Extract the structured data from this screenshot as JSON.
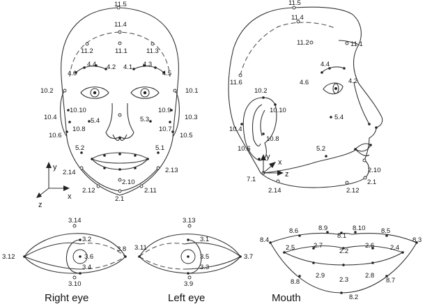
{
  "front_face": {
    "labels": {
      "p11_5": "11.5",
      "p11_4": "11.4",
      "p11_2": "11.2",
      "p11_1": "11.1",
      "p11_3": "11.3",
      "p4_4": "4.4",
      "p4_2": "4.2",
      "p4_1": "4.1",
      "p4_3": "4.3",
      "p4_6": "4.6",
      "p4_5": "4.5",
      "p10_2": "10.2",
      "p10_1": "10.1",
      "p10_4": "10.4",
      "p10_10": "10.10",
      "p10_9": "10.9",
      "p10_3": "10.3",
      "p5_4": "5.4",
      "p5_3": "5.3",
      "p10_8": "10.8",
      "p10_7": "10.7",
      "p10_6": "10.6",
      "p10_5": "10.5",
      "p5_2": "5.2",
      "p5_1": "5.1",
      "p2_14": "2.14",
      "p2_13": "2.13",
      "p2_10": "2.10",
      "p2_12": "2.12",
      "p2_11": "2.11",
      "p2_1": "2.1"
    },
    "axes": {
      "y": "y",
      "x": "x",
      "z": "z"
    }
  },
  "side_face": {
    "labels": {
      "p11_5": "11.5",
      "p11_4": "11.4",
      "p11_2": "11.2",
      "p11_1": "11.1",
      "p4_4": "4.4",
      "p4_6": "4.6",
      "p4_2": "4.2",
      "p11_6": "11.6",
      "p10_2": "10.2",
      "p10_10": "10.10",
      "p5_4": "5.4",
      "p10_4": "10.4",
      "p10_8": "10.8",
      "p10_6": "10.6",
      "p5_2": "5.2",
      "p2_10": "2.10",
      "p7_1": "7.1",
      "p2_1": "2.1",
      "p2_14": "2.14",
      "p2_12": "2.12"
    },
    "axes": {
      "y": "y",
      "x": "x",
      "z": "z"
    }
  },
  "right_eye": {
    "caption": "Right eye",
    "labels": {
      "p3_14": "3.14",
      "p3_2": "3.2",
      "p3_12": "3.12",
      "p3_6": "3.6",
      "p3_8": "3.8",
      "p3_4": "3.4",
      "p3_10": "3.10"
    }
  },
  "left_eye": {
    "caption": "Left eye",
    "labels": {
      "p3_13": "3.13",
      "p3_1": "3.1",
      "p3_11": "3.11",
      "p3_5": "3.5",
      "p3_7": "3.7",
      "p3_3": "3.3",
      "p3_9": "3.9"
    }
  },
  "mouth": {
    "caption": "Mouth",
    "labels": {
      "p8_6": "8.6",
      "p8_9": "8.9",
      "p8_1": "8.1",
      "p8_10": "8.10",
      "p8_5": "8.5",
      "p8_4": "8.4",
      "p8_3": "8.3",
      "p2_5": "2.5",
      "p2_7": "2.7",
      "p2_2": "2.2",
      "p2_6": "2.6",
      "p2_4": "2.4",
      "p2_9": "2.9",
      "p2_3": "2.3",
      "p2_8": "2.8",
      "p8_8": "8.8",
      "p8_7": "8.7",
      "p8_2": "8.2"
    }
  }
}
